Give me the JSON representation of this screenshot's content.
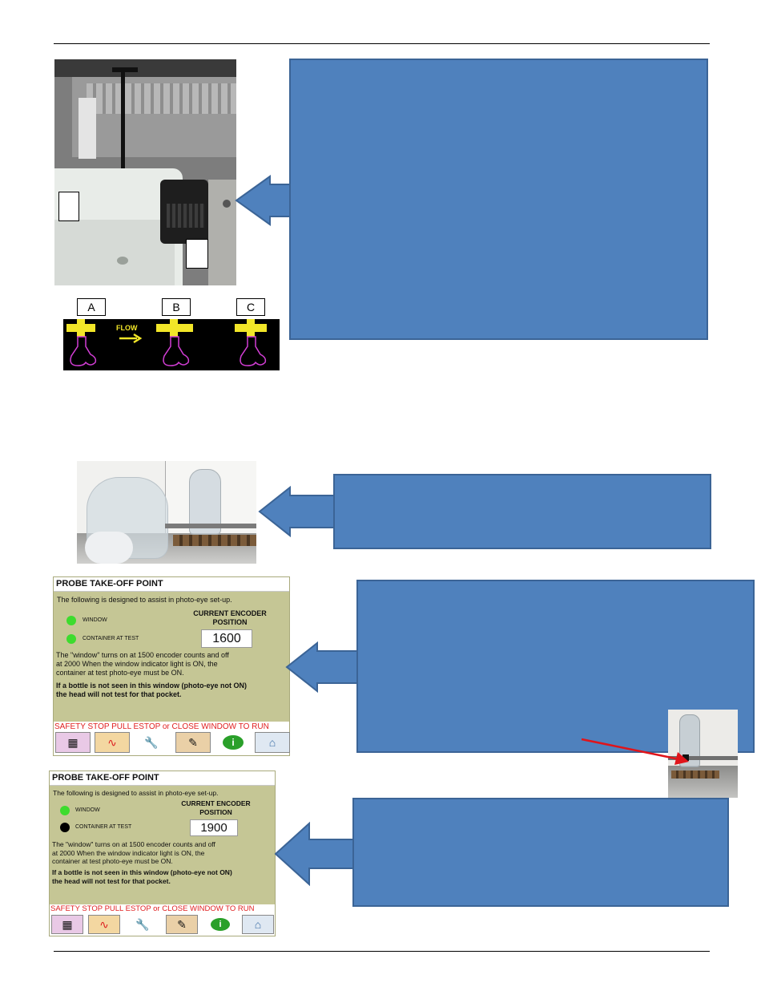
{
  "diagram": {
    "letters": [
      "A",
      "B",
      "C"
    ],
    "flow_label": "FLOW"
  },
  "hmi_panels": [
    {
      "title": "PROBE TAKE-OFF POINT",
      "intro": "The following is designed to assist in photo-eye set-up.",
      "window_label": "WINDOW",
      "container_label": "CONTAINER AT TEST",
      "encoder_title_1": "CURRENT ENCODER",
      "encoder_title_2": "POSITION",
      "encoder_value": "1600",
      "para_1a": "The \"window\" turns on at 1500 encoder counts and off",
      "para_1b": "at 2000 When the window indicator light is ON, the",
      "para_1c": "container at test photo-eye must be ON.",
      "para_2a": "If a bottle is not seen in this window (photo-eye not ON)",
      "para_2b": "the head will not test for that pocket.",
      "safety": "SAFETY STOP PULL ESTOP or CLOSE WINDOW TO RUN",
      "window_lamp_color": "#3ddc2e",
      "container_lamp_color": "#3ddc2e"
    },
    {
      "title": "PROBE TAKE-OFF POINT",
      "intro": "The following is designed to assist in photo-eye set-up.",
      "window_label": "WINDOW",
      "container_label": "CONTAINER AT TEST",
      "encoder_title_1": "CURRENT ENCODER",
      "encoder_title_2": "POSITION",
      "encoder_value": "1900",
      "para_1a": "The \"window\" turns on at 1500 encoder counts and off",
      "para_1b": "at 2000 When the window indicator light is ON, the",
      "para_1c": "container at test photo-eye must be ON.",
      "para_2a": "If a bottle is not seen in this window (photo-eye not ON)",
      "para_2b": "the head will not test for that pocket.",
      "safety": "SAFETY STOP PULL ESTOP or CLOSE WINDOW TO RUN",
      "window_lamp_color": "#3ddc2e",
      "container_lamp_color": "#000000"
    }
  ],
  "toolbar_icons": [
    "calculator-icon",
    "trend-chart-icon",
    "wrench-icon",
    "notepad-icon",
    "info-icon",
    "home-icon"
  ],
  "colors": {
    "callout_fill": "#4f81bd",
    "callout_border": "#3b6496",
    "panel_bg": "#c5c695",
    "nozzle_yellow": "#f2e628",
    "bottle_magenta": "#d33ed6",
    "pointer_red": "#e0141a"
  }
}
